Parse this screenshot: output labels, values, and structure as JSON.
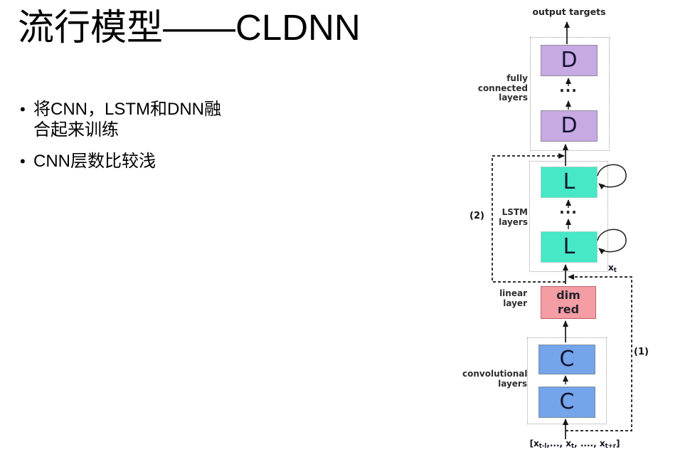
{
  "slide": {
    "title": "流行模型——CLDNN",
    "bullet_marker": "•",
    "bullets": [
      "将CNN，LSTM和DNN融\n合起来训练",
      "CNN层数比较浅"
    ]
  },
  "diagram": {
    "output_label": "output targets",
    "ellipsis": "...",
    "fc": {
      "group_label": "fully\nconnected\nlayers",
      "box_top": "D",
      "box_bottom": "D"
    },
    "lstm": {
      "group_label": "LSTM\nlayers",
      "box_top": "L",
      "box_bottom": "L",
      "xt_base": "x",
      "xt_sub": "t"
    },
    "linear": {
      "group_label": "linear\nlayer",
      "box": "dim\nred"
    },
    "conv": {
      "group_label": "convolutional\nlayers",
      "box_top": "C",
      "box_bottom": "C"
    },
    "connection1_label": "(1)",
    "connection2_label": "(2)",
    "input_label": {
      "p0": "[x",
      "s0": "t-l",
      "p1": ",..., x",
      "s1": "t",
      "p2": ", ...., x",
      "s2": "t+r",
      "p3": "]"
    },
    "colors": {
      "dnn_box": "#c7a9e3",
      "lstm_box": "#46e8c6",
      "dim_red_box": "#f59da4",
      "conv_box": "#74a4e9"
    }
  }
}
